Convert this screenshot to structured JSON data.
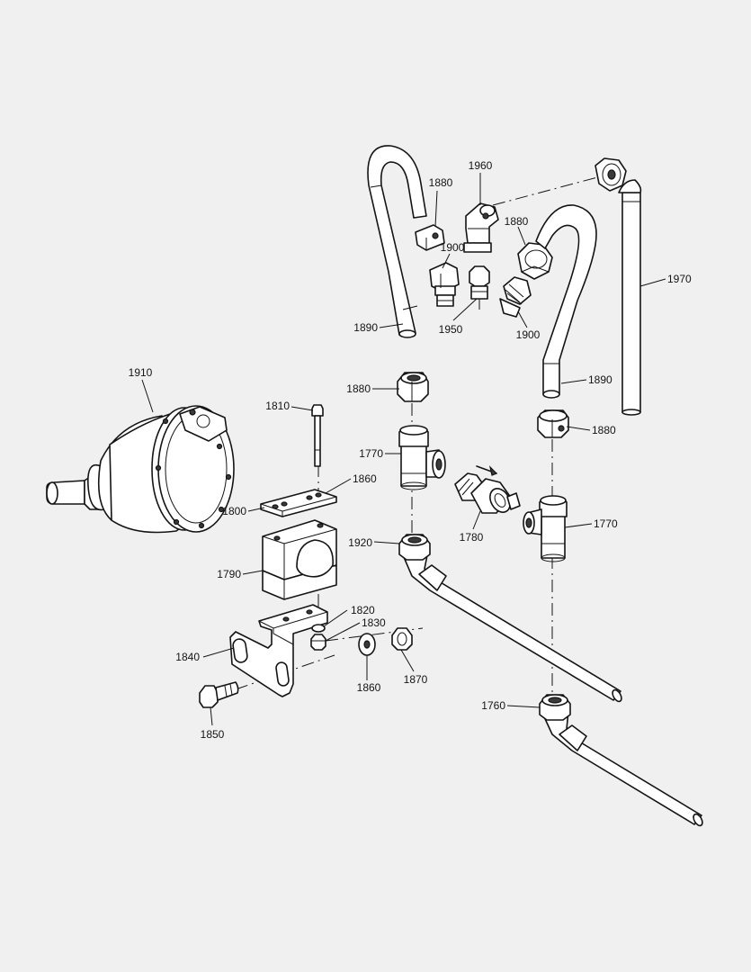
{
  "callouts": {
    "c1910": "1910",
    "c1810": "1810",
    "c1860a": "1860",
    "c1800": "1800",
    "c1790": "1790",
    "c1820": "1820",
    "c1830": "1830",
    "c1840": "1840",
    "c1850": "1850",
    "c1860b": "1860",
    "c1870": "1870",
    "c1880a": "1880",
    "c1880b": "1880",
    "c1880c": "1880",
    "c1880d": "1880",
    "c1960": "1960",
    "c1900a": "1900",
    "c1900b": "1900",
    "c1950": "1950",
    "c1890a": "1890",
    "c1890b": "1890",
    "c1970": "1970",
    "c1770a": "1770",
    "c1770b": "1770",
    "c1780": "1780",
    "c1920": "1920",
    "c1760": "1760"
  }
}
